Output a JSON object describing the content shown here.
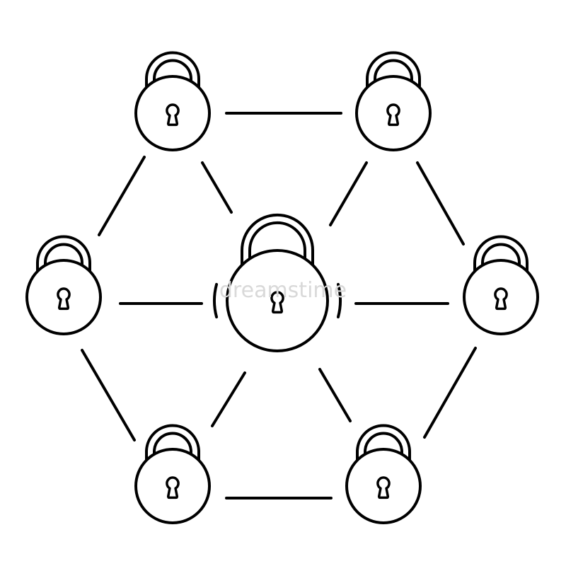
{
  "diagram": {
    "watermark": "dreamstime",
    "colors": {
      "stroke": "#000000",
      "background": "#ffffff",
      "watermark": "#d9d9d9"
    },
    "nodes": [
      {
        "id": "central-padlock",
        "icon": "padlock-icon",
        "central": true
      },
      {
        "id": "top-left-padlock",
        "icon": "padlock-icon"
      },
      {
        "id": "top-right-padlock",
        "icon": "padlock-icon"
      },
      {
        "id": "left-padlock",
        "icon": "padlock-icon"
      },
      {
        "id": "right-padlock",
        "icon": "padlock-icon"
      },
      {
        "id": "bottom-left-padlock",
        "icon": "padlock-icon"
      },
      {
        "id": "bottom-right-padlock",
        "icon": "padlock-icon"
      }
    ],
    "edges": [
      {
        "from": "top-left-padlock",
        "to": "top-right-padlock"
      },
      {
        "from": "top-left-padlock",
        "to": "left-padlock"
      },
      {
        "from": "top-left-padlock",
        "to": "central-padlock"
      },
      {
        "from": "top-right-padlock",
        "to": "central-padlock"
      },
      {
        "from": "top-right-padlock",
        "to": "right-padlock"
      },
      {
        "from": "left-padlock",
        "to": "central-padlock"
      },
      {
        "from": "right-padlock",
        "to": "central-padlock"
      },
      {
        "from": "left-padlock",
        "to": "bottom-left-padlock"
      },
      {
        "from": "right-padlock",
        "to": "bottom-right-padlock"
      },
      {
        "from": "central-padlock",
        "to": "bottom-left-padlock"
      },
      {
        "from": "central-padlock",
        "to": "bottom-right-padlock"
      },
      {
        "from": "bottom-left-padlock",
        "to": "bottom-right-padlock"
      }
    ]
  }
}
